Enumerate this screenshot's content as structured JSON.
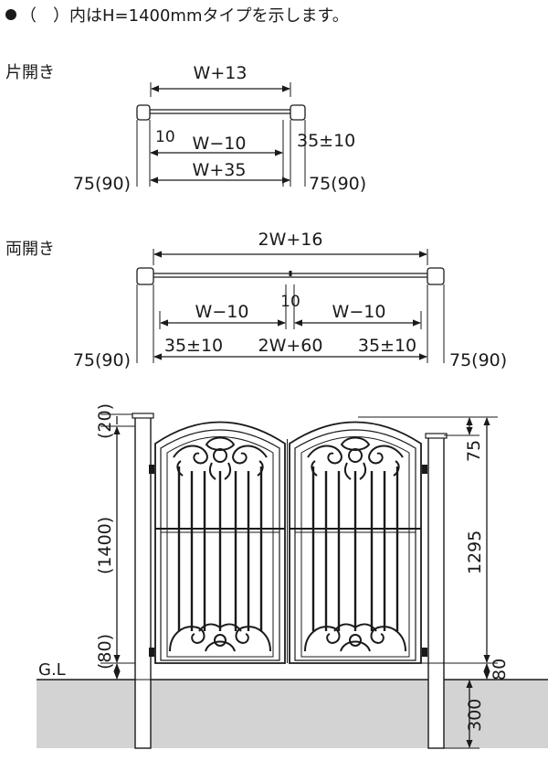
{
  "note": "（　）内はH=1400mmタイプを示します。",
  "single": {
    "title": "片開き",
    "overall": "W+13",
    "gap_small": "10",
    "opening": "W−10",
    "latch_gap": "35±10",
    "inner_span": "W+35",
    "post_left": "75(90)",
    "post_right": "75(90)"
  },
  "double": {
    "title": "両開き",
    "overall": "2W+16",
    "center_gap": "10",
    "left_opening": "W−10",
    "right_opening": "W−10",
    "left_gap": "35±10",
    "inner_span": "2W+60",
    "right_gap": "35±10",
    "post_left": "75(90)",
    "post_right": "75(90)"
  },
  "elevation": {
    "ground_label": "G.L",
    "left_top": "(20)",
    "left_height": "(1400)",
    "left_bottom": "(80)",
    "right_top": "75",
    "right_height": "1295",
    "right_bottom": "80",
    "foundation": "300"
  },
  "colors": {
    "line": "#1a1a1a",
    "ground": "#d3d3d3"
  }
}
